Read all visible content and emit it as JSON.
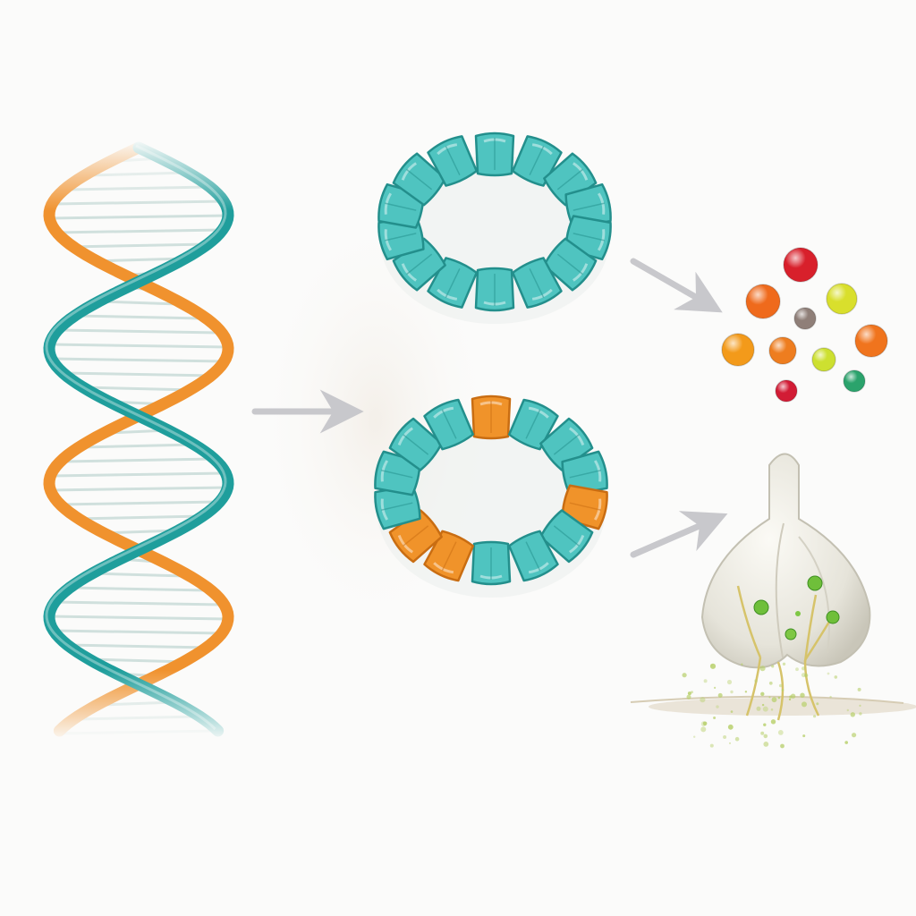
{
  "colors": {
    "background": "#fbfbfa",
    "strand_teal": "#1f9e9c",
    "strand_orange": "#f0922e",
    "base_pair": "#c9dcd8",
    "subunit_teal": "#4fc4c0",
    "subunit_teal_dark": "#238f8c",
    "subunit_orange": "#f0932a",
    "subunit_orange_dark": "#c96d12",
    "arrow": "#c8c8cc",
    "bulb": "#ecebe4",
    "bulb_shade": "#cfcdc2",
    "root": "#d8c77a",
    "soil": "#d9d3c4",
    "speck": "#b7cf6a"
  },
  "icons": {
    "dna": "dna-double-helix-icon",
    "normal_ring": "protein-ring-icon",
    "mutant_ring": "mutated-protein-ring-icon",
    "molecules": "metabolite-molecules-icon",
    "plant": "garlic-bulb-icon"
  },
  "diagram": {
    "normal_ring_subunits": 14,
    "mutant_ring_subunits": 14,
    "mutant_orange_positions": [
      0,
      4,
      8,
      9
    ],
    "molecule_colors": [
      "#d8202b",
      "#ef6a1c",
      "#d9df2c",
      "#8f7f78",
      "#f39a1a",
      "#ee7d1f",
      "#f0741d",
      "#cde030",
      "#d21c35",
      "#2ba36c"
    ]
  }
}
